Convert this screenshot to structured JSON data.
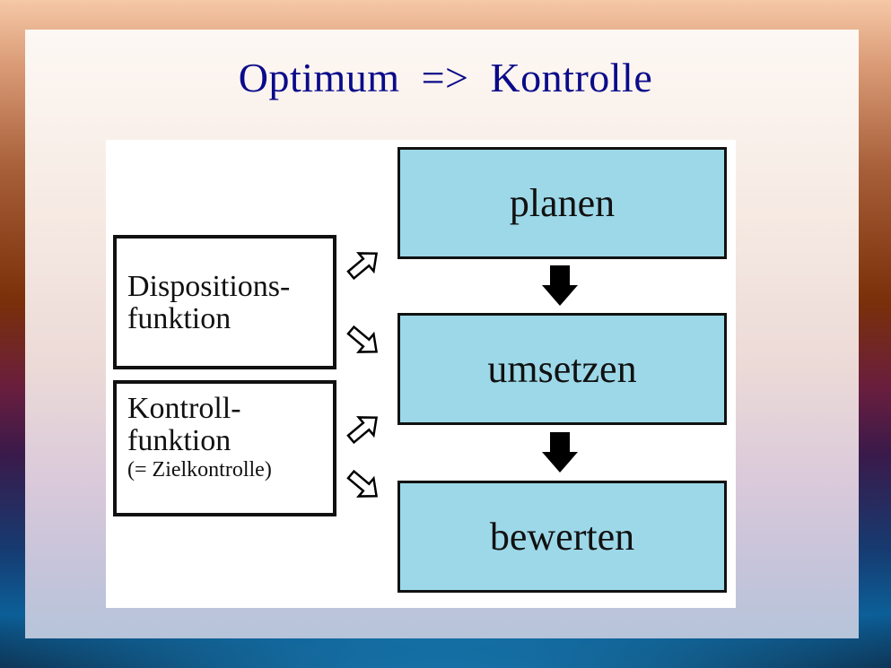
{
  "slide": {
    "title": "Optimum  =>  Kontrolle"
  },
  "diagram": {
    "stages": [
      {
        "label": "planen"
      },
      {
        "label": "umsetzen"
      },
      {
        "label": "bewerten"
      }
    ],
    "functions": [
      {
        "lines": [
          "Dispositions-",
          "funktion"
        ],
        "note": ""
      },
      {
        "lines": [
          "Kontroll-",
          "funktion"
        ],
        "note": "(= Zielkontrolle)"
      }
    ],
    "colors": {
      "stage_fill": "#9dd8e8",
      "title_text": "#0a0a8a",
      "border": "#111111"
    },
    "icons": {
      "flow_arrow": "down-arrow-icon",
      "relation_arrow": "hollow-diagonal-arrow-icon"
    }
  }
}
